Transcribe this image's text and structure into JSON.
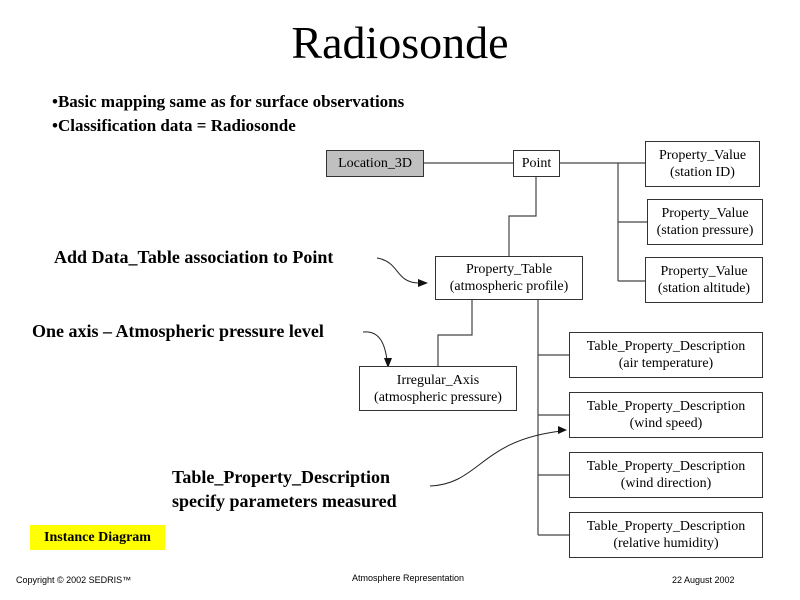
{
  "slide": {
    "title": "Radiosonde",
    "bullets": [
      "•Basic mapping same as for surface observations",
      "•Classification data = Radiosonde"
    ]
  },
  "diagram": {
    "nodes": {
      "location_3d": {
        "line1": "Location_3D",
        "fill": "#c0c0c0"
      },
      "point": {
        "line1": "Point"
      },
      "pv_station_id": {
        "line1": "Property_Value",
        "line2": "(station ID)"
      },
      "pv_station_pressure": {
        "line1": "Property_Value",
        "line2": "(station pressure)"
      },
      "pv_station_altitude": {
        "line1": "Property_Value",
        "line2": "(station altitude)"
      },
      "property_table": {
        "line1": "Property_Table",
        "line2": "(atmospheric profile)"
      },
      "irregular_axis": {
        "line1": "Irregular_Axis",
        "line2": "(atmospheric pressure)"
      },
      "tpd_air_temperature": {
        "line1": "Table_Property_Description",
        "line2": "(air temperature)"
      },
      "tpd_wind_speed": {
        "line1": "Table_Property_Description",
        "line2": "(wind speed)"
      },
      "tpd_wind_direction": {
        "line1": "Table_Property_Description",
        "line2": "(wind direction)"
      },
      "tpd_relative_humidity": {
        "line1": "Table_Property_Description",
        "line2": "(relative humidity)"
      }
    },
    "annotations": {
      "data_table": "Add Data_Table association to Point",
      "one_axis": "One axis – Atmospheric pressure level",
      "tpd_line1": "Table_Property_Description",
      "tpd_line2": "specify parameters measured"
    },
    "badge": {
      "label": "Instance Diagram",
      "color": "#ffff00"
    }
  },
  "footer": {
    "copyright": "Copyright © 2002 SEDRIS™",
    "center": "Atmosphere Representation",
    "date": "22 August 2002"
  }
}
